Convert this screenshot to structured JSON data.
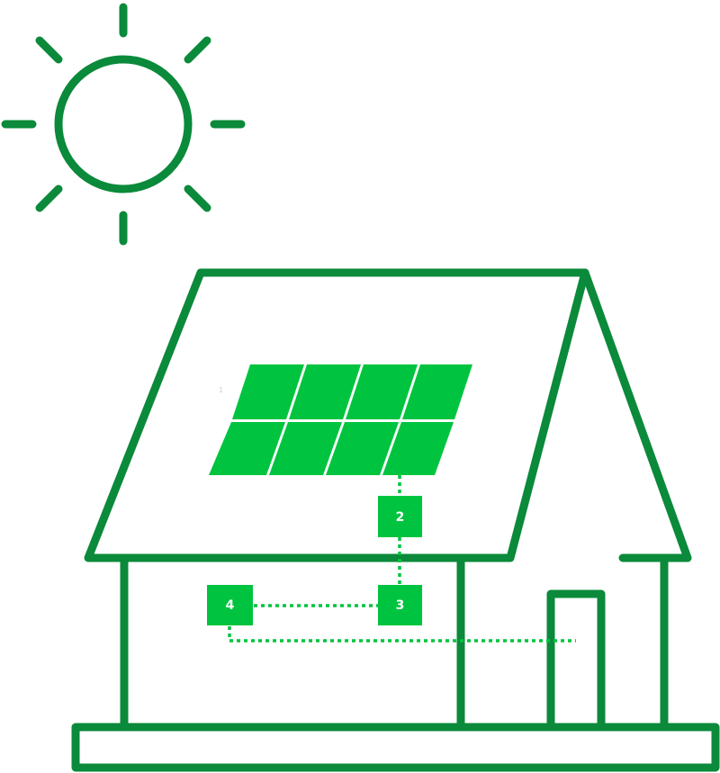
{
  "colors": {
    "outline": "#0a8a3a",
    "fill": "#00c43f",
    "badge_text": "#ffffff"
  },
  "icons": {
    "sun": "sun-icon",
    "house": "house-icon",
    "solar_panel": "solar-panel-icon",
    "door": "door-icon"
  },
  "labels": {
    "panel_marker": "1",
    "inverter": "2",
    "meter": "3",
    "battery": "4"
  }
}
